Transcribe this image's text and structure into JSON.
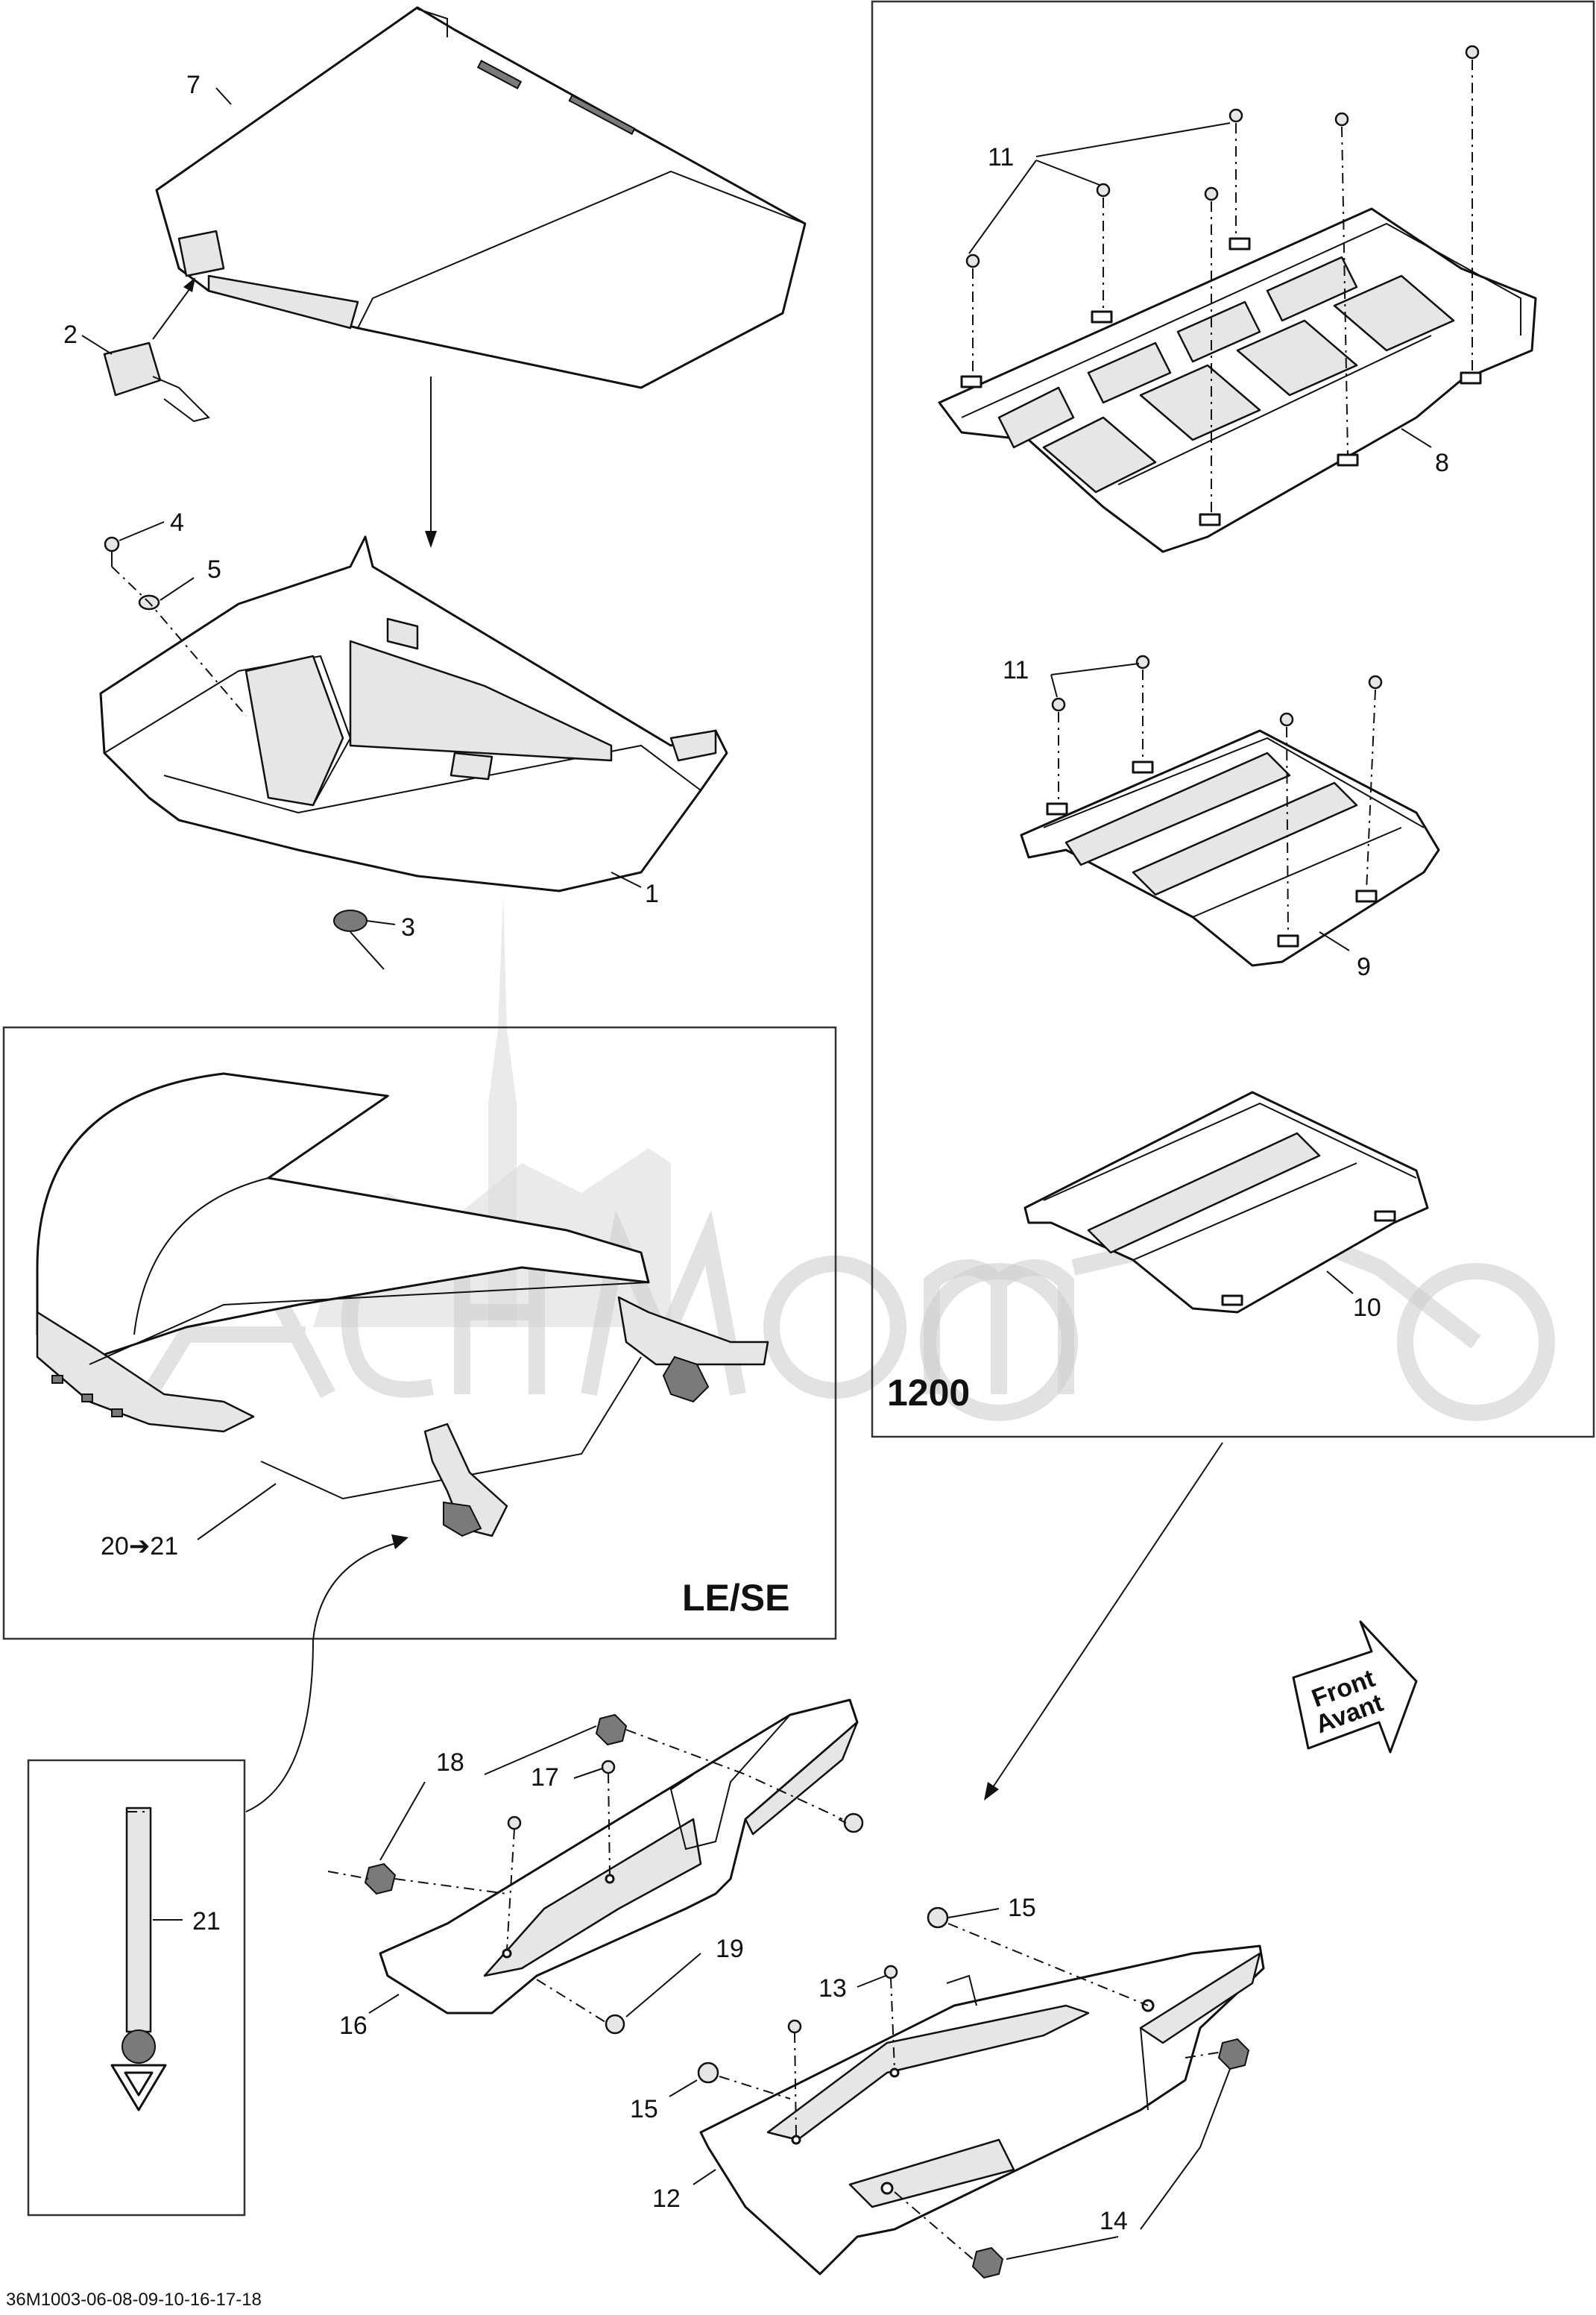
{
  "callouts": {
    "c1": "1",
    "c2": "2",
    "c3": "3",
    "c4": "4",
    "c5": "5",
    "c7": "7",
    "c8": "8",
    "c9": "9",
    "c10": "10",
    "c11a": "11",
    "c11b": "11",
    "c12": "12",
    "c13": "13",
    "c14": "14",
    "c15a": "15",
    "c15b": "15",
    "c16": "16",
    "c17": "17",
    "c18": "18",
    "c19": "19",
    "c20": "20➔21",
    "c21": "21"
  },
  "boxes": {
    "model_1200": "1200",
    "variant": "LE/SE"
  },
  "badge": {
    "line1": "Front",
    "line2": "Avant"
  },
  "footer": {
    "code": "36M1003-06-08-09-10-16-17-18"
  }
}
